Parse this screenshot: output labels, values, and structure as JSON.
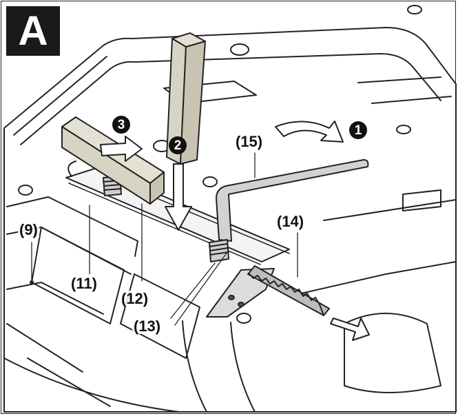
{
  "panel_label": "A",
  "callouts": {
    "c9": "(9)",
    "c11": "(11)",
    "c12": "(12)",
    "c13": "(13)",
    "c14": "(14)",
    "c15": "(15)"
  },
  "steps": {
    "s1": "1",
    "s2": "2",
    "s3": "3"
  },
  "colors": {
    "line": "#222222",
    "wood": "#e4e1d4",
    "shade": "#bdbdbd",
    "badge": "#1a1a1a"
  }
}
